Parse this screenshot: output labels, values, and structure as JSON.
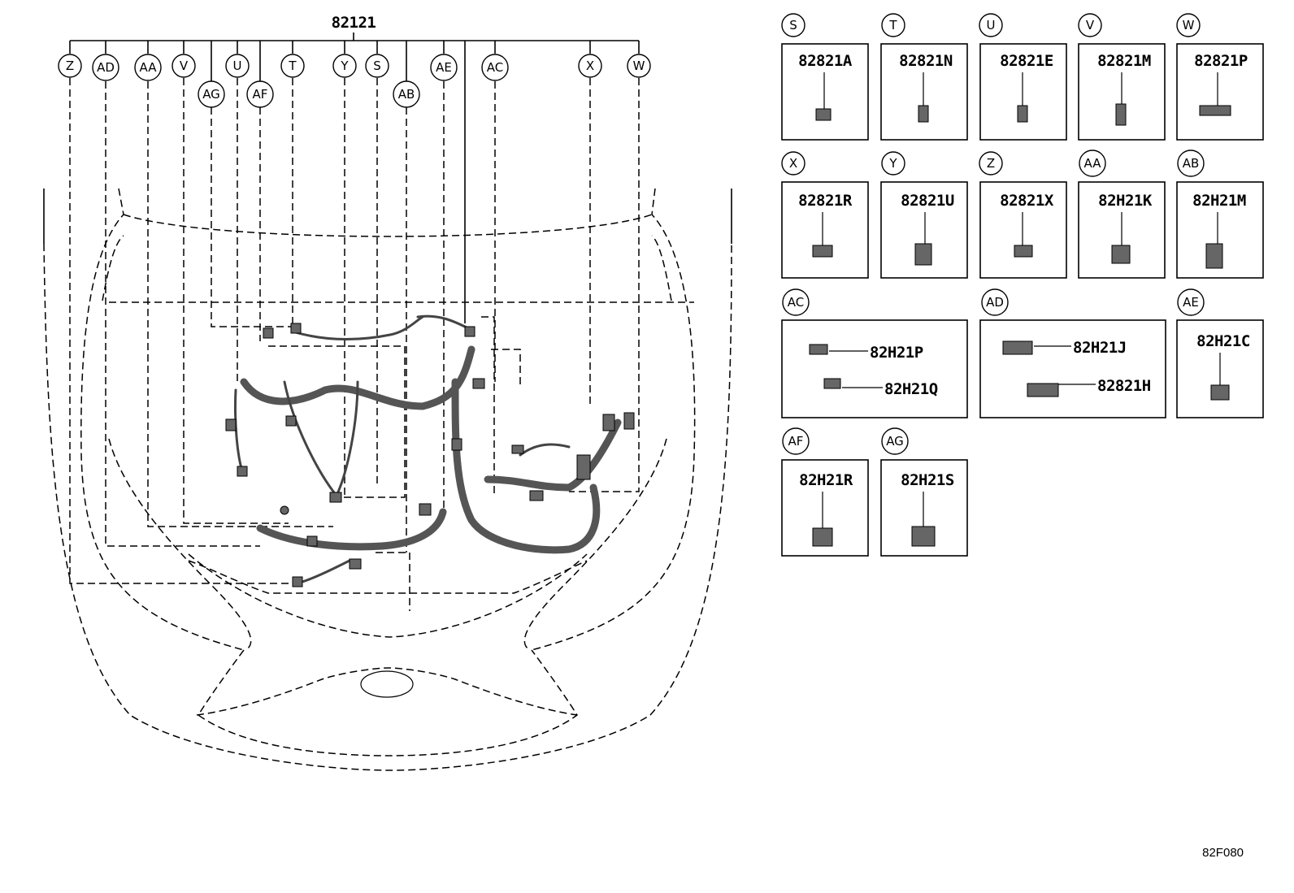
{
  "main_part": "82121",
  "main_callouts": [
    "Z",
    "AD",
    "AA",
    "V",
    "AG",
    "U",
    "AF",
    "T",
    "Y",
    "S",
    "AB",
    "AE",
    "AC",
    "X",
    "W"
  ],
  "parts": [
    {
      "callout": "S",
      "parts": [
        "82821A"
      ]
    },
    {
      "callout": "T",
      "parts": [
        "82821N"
      ]
    },
    {
      "callout": "U",
      "parts": [
        "82821E"
      ]
    },
    {
      "callout": "V",
      "parts": [
        "82821M"
      ]
    },
    {
      "callout": "W",
      "parts": [
        "82821P"
      ]
    },
    {
      "callout": "X",
      "parts": [
        "82821R"
      ]
    },
    {
      "callout": "Y",
      "parts": [
        "82821U"
      ]
    },
    {
      "callout": "Z",
      "parts": [
        "82821X"
      ]
    },
    {
      "callout": "AA",
      "parts": [
        "82H21K"
      ]
    },
    {
      "callout": "AB",
      "parts": [
        "82H21M"
      ]
    },
    {
      "callout": "AC",
      "parts": [
        "82H21P",
        "82H21Q"
      ]
    },
    {
      "callout": "AD",
      "parts": [
        "82H21J",
        "82821H"
      ]
    },
    {
      "callout": "AE",
      "parts": [
        "82H21C"
      ]
    },
    {
      "callout": "AF",
      "parts": [
        "82H21R"
      ]
    },
    {
      "callout": "AG",
      "parts": [
        "82H21S"
      ]
    }
  ],
  "figure_code": "82F080"
}
